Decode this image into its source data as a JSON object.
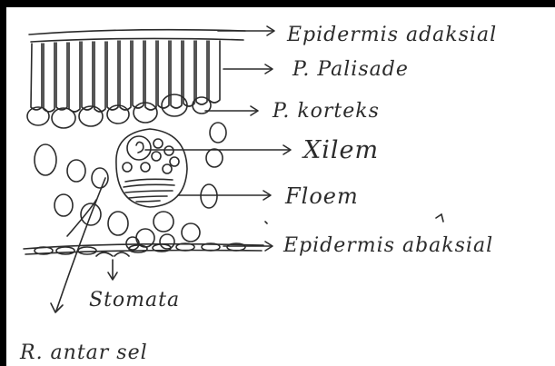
{
  "colors": {
    "ink": "#2b2b2b",
    "frame": "#000000",
    "paper": "#ffffff"
  },
  "labels": {
    "epidermis_adaksial": "Epidermis adaksial",
    "p_palisade": "P. Palisade",
    "p_korteks": "P. korteks",
    "xilem": "Xilem",
    "floem": "Floem",
    "epidermis_abaksial": "Epidermis abaksial",
    "stomata": "Stomata",
    "r_antar_sel": "R. antar sel"
  }
}
